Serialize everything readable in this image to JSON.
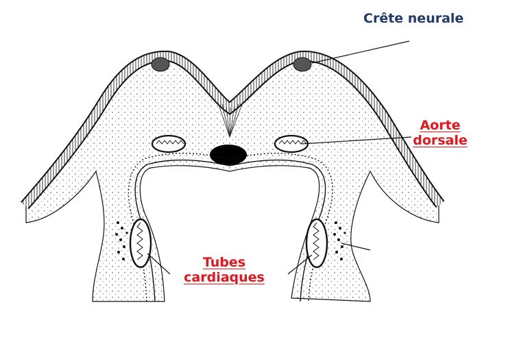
{
  "labels": {
    "crete_neurale": "Crête neurale",
    "aorte_line1": "Aorte",
    "aorte_line2": "dorsale",
    "tubes_line1": "Tubes",
    "tubes_line2": "cardiaques"
  },
  "colors": {
    "ink": "#111111",
    "red_label": "#e8151b",
    "blue_label": "#1f3a6b",
    "stipple": "#efefef"
  }
}
